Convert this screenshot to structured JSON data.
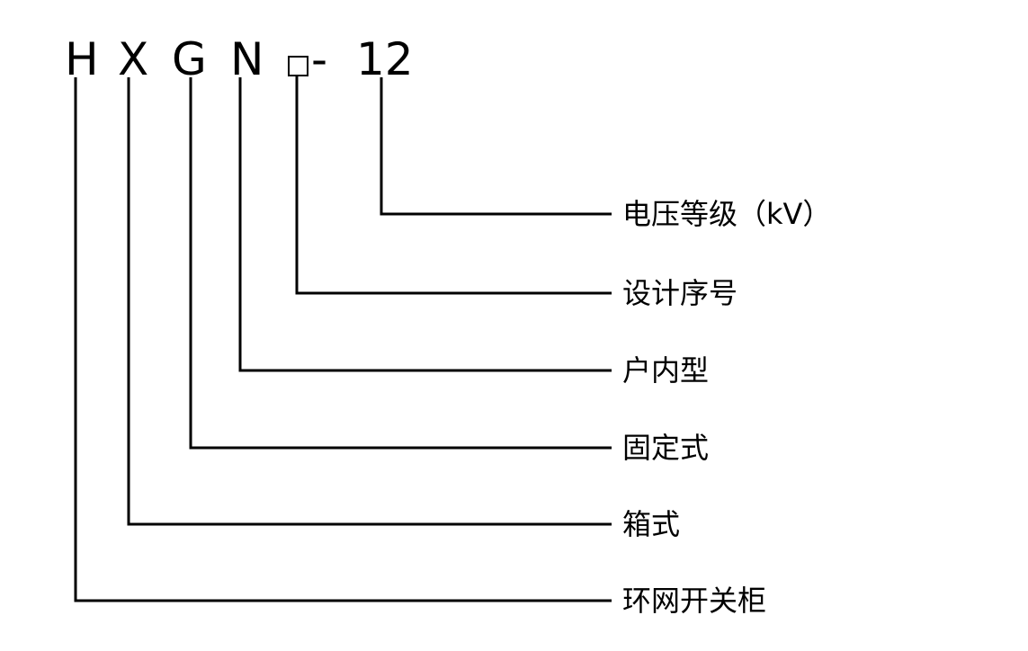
{
  "model_code": {
    "letters": [
      "H",
      "X",
      "G",
      "N"
    ],
    "placeholder": "□",
    "dash": "-",
    "voltage": "12"
  },
  "labels": {
    "voltage_level": "电压等级（kV）",
    "design_serial": "设计序号",
    "indoor_type": "户内型",
    "fixed_type": "固定式",
    "box_type": "箱式",
    "ring_main_unit": "环网开关柜"
  }
}
